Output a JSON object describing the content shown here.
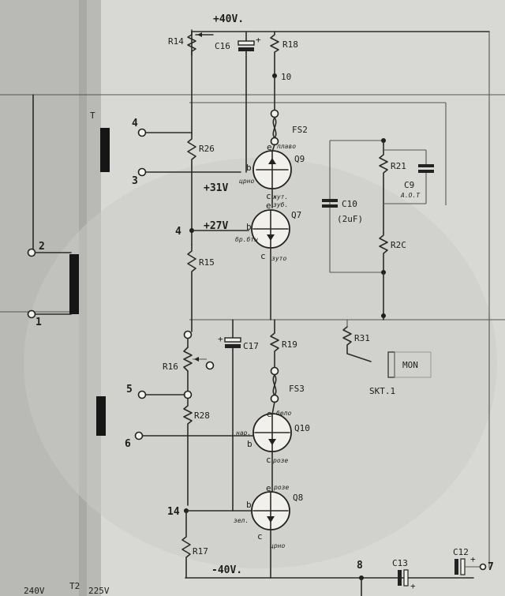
{
  "supply": {
    "pos": "+40V.",
    "neg": "-40V.",
    "v31": "+31V",
    "v27": "+27V"
  },
  "resistors": {
    "r14": "R14",
    "r18": "R18",
    "r26": "R26",
    "r21": "R21",
    "r20": "R2C",
    "r15": "R15",
    "r19": "R19",
    "r31": "R31",
    "r16": "R16",
    "r28": "R28",
    "r17": "R17"
  },
  "capacitors": {
    "c16": "C16",
    "c9": "C9",
    "c9_note": "A.O.T",
    "c10": "C10",
    "c10_value": "(2uF)",
    "c17": "C17",
    "c13": "C13",
    "c12": "C12"
  },
  "fuses": {
    "fs2": "FS2",
    "fs3": "FS3"
  },
  "transistors": {
    "q9": {
      "label": "Q9",
      "e": "e",
      "b": "b",
      "c": "c",
      "e_note": "плаво",
      "b_note": "црно",
      "c_note": "жут."
    },
    "q7": {
      "label": "Q7",
      "e": "e",
      "b": "b",
      "c": "c",
      "e_note": "зуб.",
      "b_note": "бр.бтн",
      "c_note": "зуто"
    },
    "q10": {
      "label": "Q10",
      "e": "e",
      "b": "b",
      "c": "c",
      "e_note": "бело",
      "b_note": "нар.",
      "c_note": "розе"
    },
    "q8": {
      "label": "Q8",
      "e": "e",
      "b": "b",
      "c": "c",
      "e_note": "розе",
      "b_note": "зел.",
      "c_note": "црно"
    }
  },
  "nodes": {
    "n10": "10",
    "n4a": "4",
    "n3": "3",
    "n4b": "4",
    "n2": "2",
    "n1": "1",
    "n5": "5",
    "n6": "6",
    "n14": "14",
    "n8": "8",
    "n7": "7"
  },
  "misc": {
    "mon": "MON",
    "skt": "SKT.1",
    "t2": "T2",
    "t_mark": "T",
    "bottom_left_v": "240V",
    "bottom_mid_v": "225V"
  }
}
